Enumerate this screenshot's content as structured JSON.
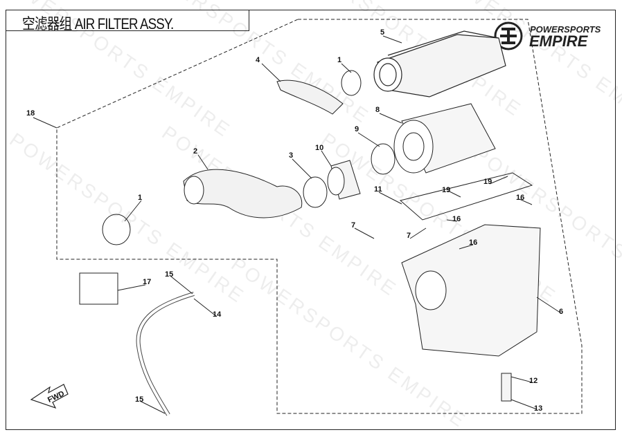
{
  "title": "空滤器组 AIR FILTER ASSY.",
  "logo": {
    "line1": "POWERSPORTS",
    "line2": "EMPIRE"
  },
  "watermark": "POWERSPORTS EMPIRE",
  "fwd_label": "FWD",
  "callouts": [
    "5",
    "1",
    "4",
    "8",
    "18",
    "9",
    "10",
    "3",
    "2",
    "19",
    "19",
    "16",
    "11",
    "1",
    "16",
    "7",
    "7",
    "16",
    "17",
    "15",
    "14",
    "6",
    "12",
    "13",
    "15"
  ]
}
